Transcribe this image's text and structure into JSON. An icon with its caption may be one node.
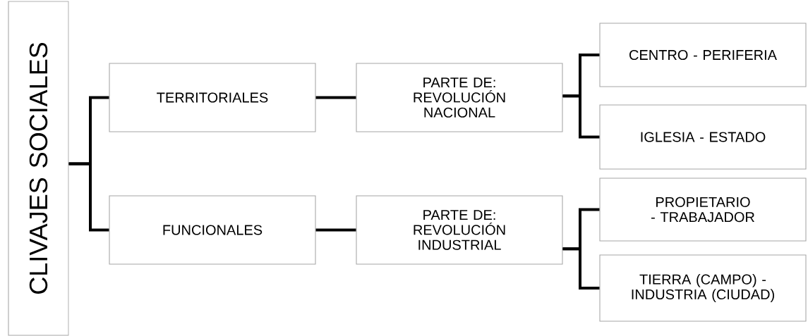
{
  "diagram": {
    "nodes": [
      {
        "text": [
          "CLIVAJES SOCIALES"
        ]
      },
      {
        "text": [
          "TERRITORIALES"
        ]
      },
      {
        "text": [
          "FUNCIONALES"
        ]
      },
      {
        "text": [
          "PARTE DE: REVOLUCIÓN NACIONAL"
        ]
      },
      {
        "text": [
          "PARTE DE: REVOLUCIÓN INDUSTRIAL"
        ]
      },
      {
        "text": [
          "CENTRO - PERIFERIA"
        ]
      },
      {
        "text": [
          "IGLESIA - ESTADO"
        ]
      },
      {
        "text": [
          "PROPIETARIO - TRABAJADOR"
        ]
      },
      {
        "text": [
          "TIERRA (CAMPO) - INDUSTRIA (CIUDAD)"
        ]
      }
    ],
    "edges": [
      {
        "from": 0,
        "to": 1,
        "arrow": "none"
      },
      {
        "from": 0,
        "to": 2,
        "arrow": "none"
      },
      {
        "from": 1,
        "to": 3,
        "arrow": "none"
      },
      {
        "from": 2,
        "to": 4,
        "arrow": "none"
      },
      {
        "from": 3,
        "to": 5,
        "arrow": "none"
      },
      {
        "from": 3,
        "to": 6,
        "arrow": "none"
      },
      {
        "from": 4,
        "to": 7,
        "arrow": "none"
      },
      {
        "from": 4,
        "to": 8,
        "arrow": "none"
      }
    ]
  }
}
